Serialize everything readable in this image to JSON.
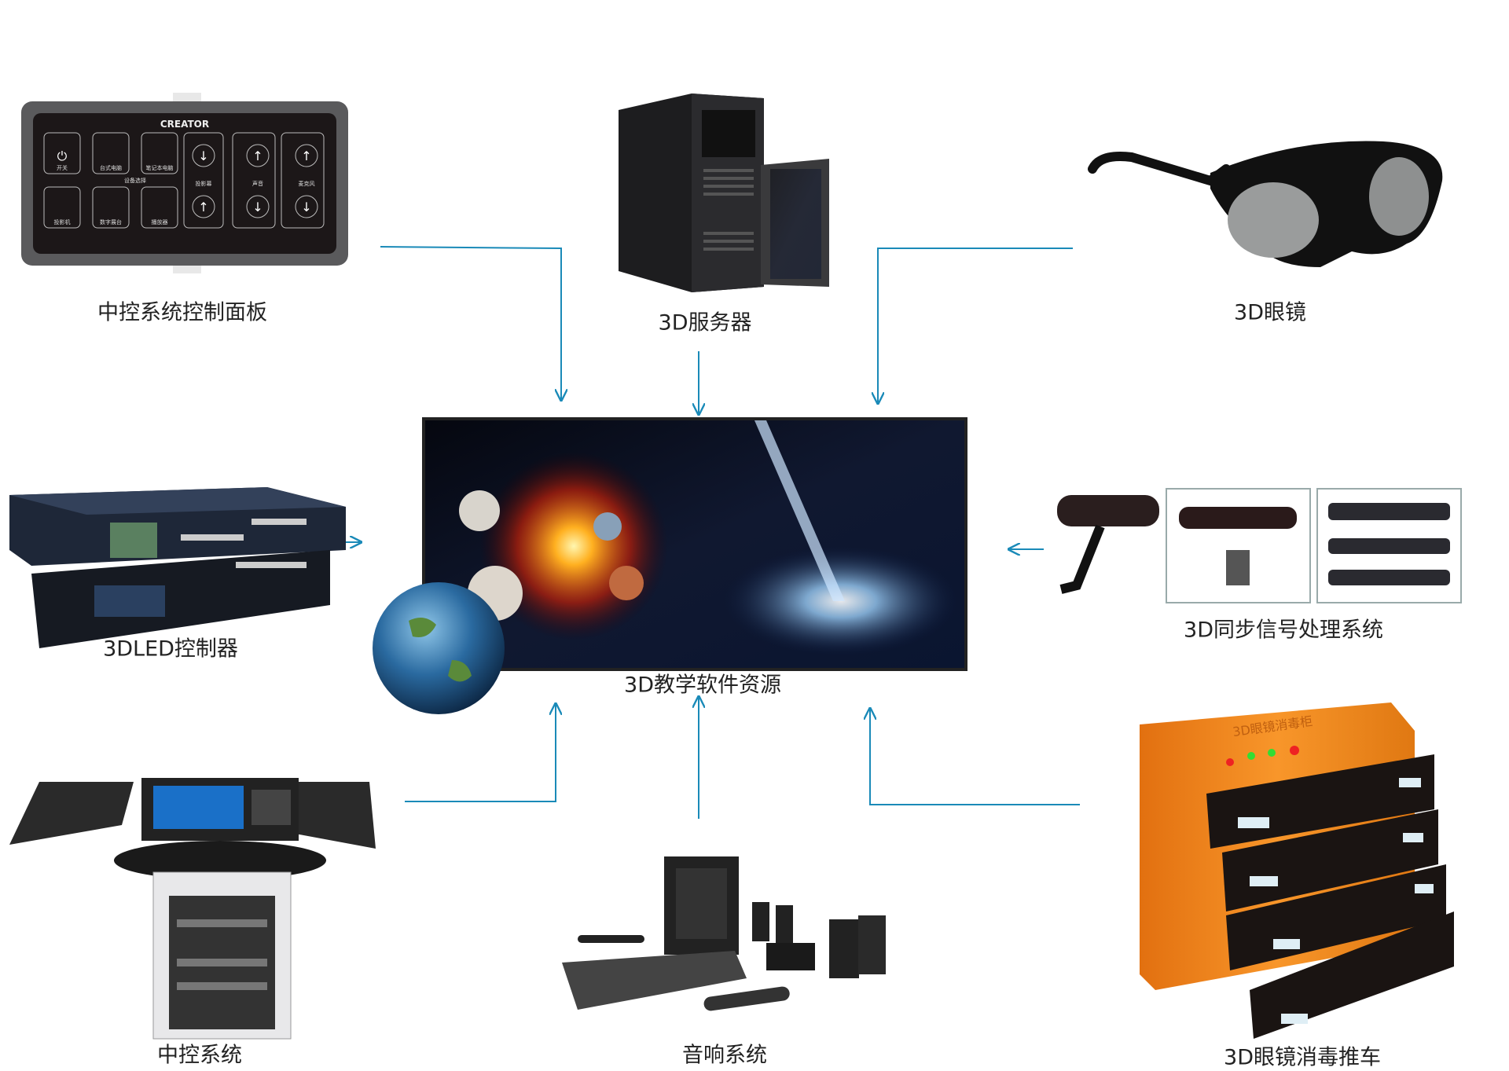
{
  "colors": {
    "connector": "#1a8ab8",
    "cart": "#f28a1e",
    "panel": "#1c1718"
  },
  "labels": {
    "control_panel": "中控系统控制面板",
    "server": "3D服务器",
    "glasses": "3D眼镜",
    "led_controller": "3DLED控制器",
    "sync_system": "3D同步信号处理系统",
    "software": "3D教学软件资源",
    "central_control": "中控系统",
    "audio": "音响系统",
    "disinfection_cart": "3D眼镜消毒推车"
  },
  "panel": {
    "brand": "CREATOR",
    "buttons": [
      "开关",
      "台式电脑",
      "笔记本电脑",
      "投影机",
      "数字展台",
      "播放器"
    ],
    "group_label": "设备选择",
    "controls": [
      "投影幕",
      "声音",
      "麦克风"
    ]
  },
  "cart_print": "3D眼镜消毒柜"
}
